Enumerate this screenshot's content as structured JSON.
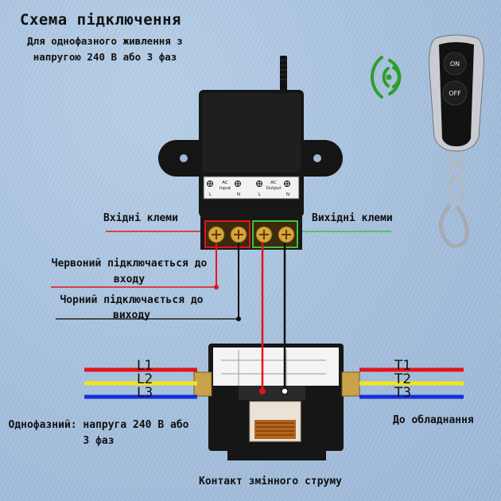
{
  "title": "Схема підключення",
  "subtitle": "Для однофазного живлення з напругою 240 В або 3 фаз",
  "relay": {
    "input_block": {
      "ac": "AC",
      "name": "Input",
      "l": "L",
      "n": "N"
    },
    "output_block": {
      "ac": "AC",
      "name": "Output",
      "l": "L",
      "n": "N"
    }
  },
  "labels": {
    "input_terminals": "Вхідні клеми",
    "output_terminals": "Вихідні клеми",
    "red_note": "Червоний підключається до входу",
    "black_note": "Чорний підключається до виходу",
    "single_phase": "Однофазний: напруга 240 В або 3 фаз",
    "to_equipment": "До обладнання",
    "contactor": "Контакт змінного струму"
  },
  "phases_in": [
    "L1",
    "L2",
    "L3"
  ],
  "phases_out": [
    "T1",
    "T2",
    "T3"
  ],
  "remote": {
    "on": "ON",
    "off": "OFF"
  },
  "colors": {
    "red": "#e4141b",
    "yellow": "#f3e51b",
    "blue": "#1530d8",
    "green": "#3dc43a",
    "signal": "#2e9e2b"
  }
}
